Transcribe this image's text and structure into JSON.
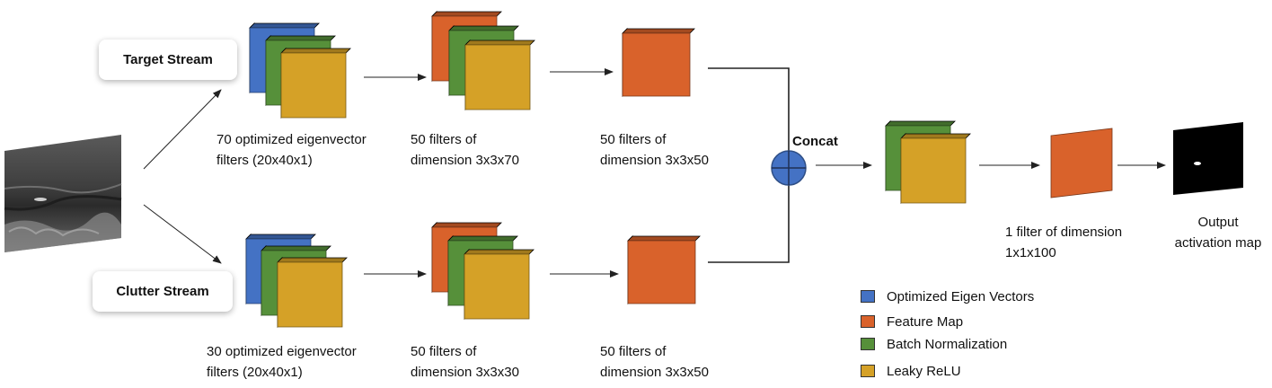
{
  "colors": {
    "eigen": "#4472c4",
    "feature": "#d9622b",
    "batchnorm": "#56903a",
    "relu": "#d5a127",
    "concat": "#4472c4",
    "arrow": "#222222"
  },
  "streams": {
    "target_label": "Target Stream",
    "clutter_label": "Clutter Stream"
  },
  "captions": {
    "target_eigen": [
      "70 optimized eigenvector",
      "filters (20x40x1)"
    ],
    "target_conv1": [
      "50 filters of",
      "dimension 3x3x70"
    ],
    "target_conv2": [
      "50 filters of",
      "dimension 3x3x50"
    ],
    "clutter_eigen": [
      "30 optimized eigenvector",
      "filters (20x40x1)"
    ],
    "clutter_conv1": [
      "50 filters of",
      "dimension 3x3x30"
    ],
    "clutter_conv2": [
      "50 filters of",
      "dimension 3x3x50"
    ],
    "final_filter": [
      "1 filter of dimension",
      "1x1x100"
    ],
    "output": [
      "Output",
      "activation map"
    ]
  },
  "concat_label": "Concat",
  "legend": [
    {
      "label": "Optimized Eigen Vectors",
      "color": "#4472c4"
    },
    {
      "label": "Feature Map",
      "color": "#d9622b"
    },
    {
      "label": "Batch Normalization",
      "color": "#56903a"
    },
    {
      "label": "Leaky ReLU",
      "color": "#d5a127"
    }
  ]
}
